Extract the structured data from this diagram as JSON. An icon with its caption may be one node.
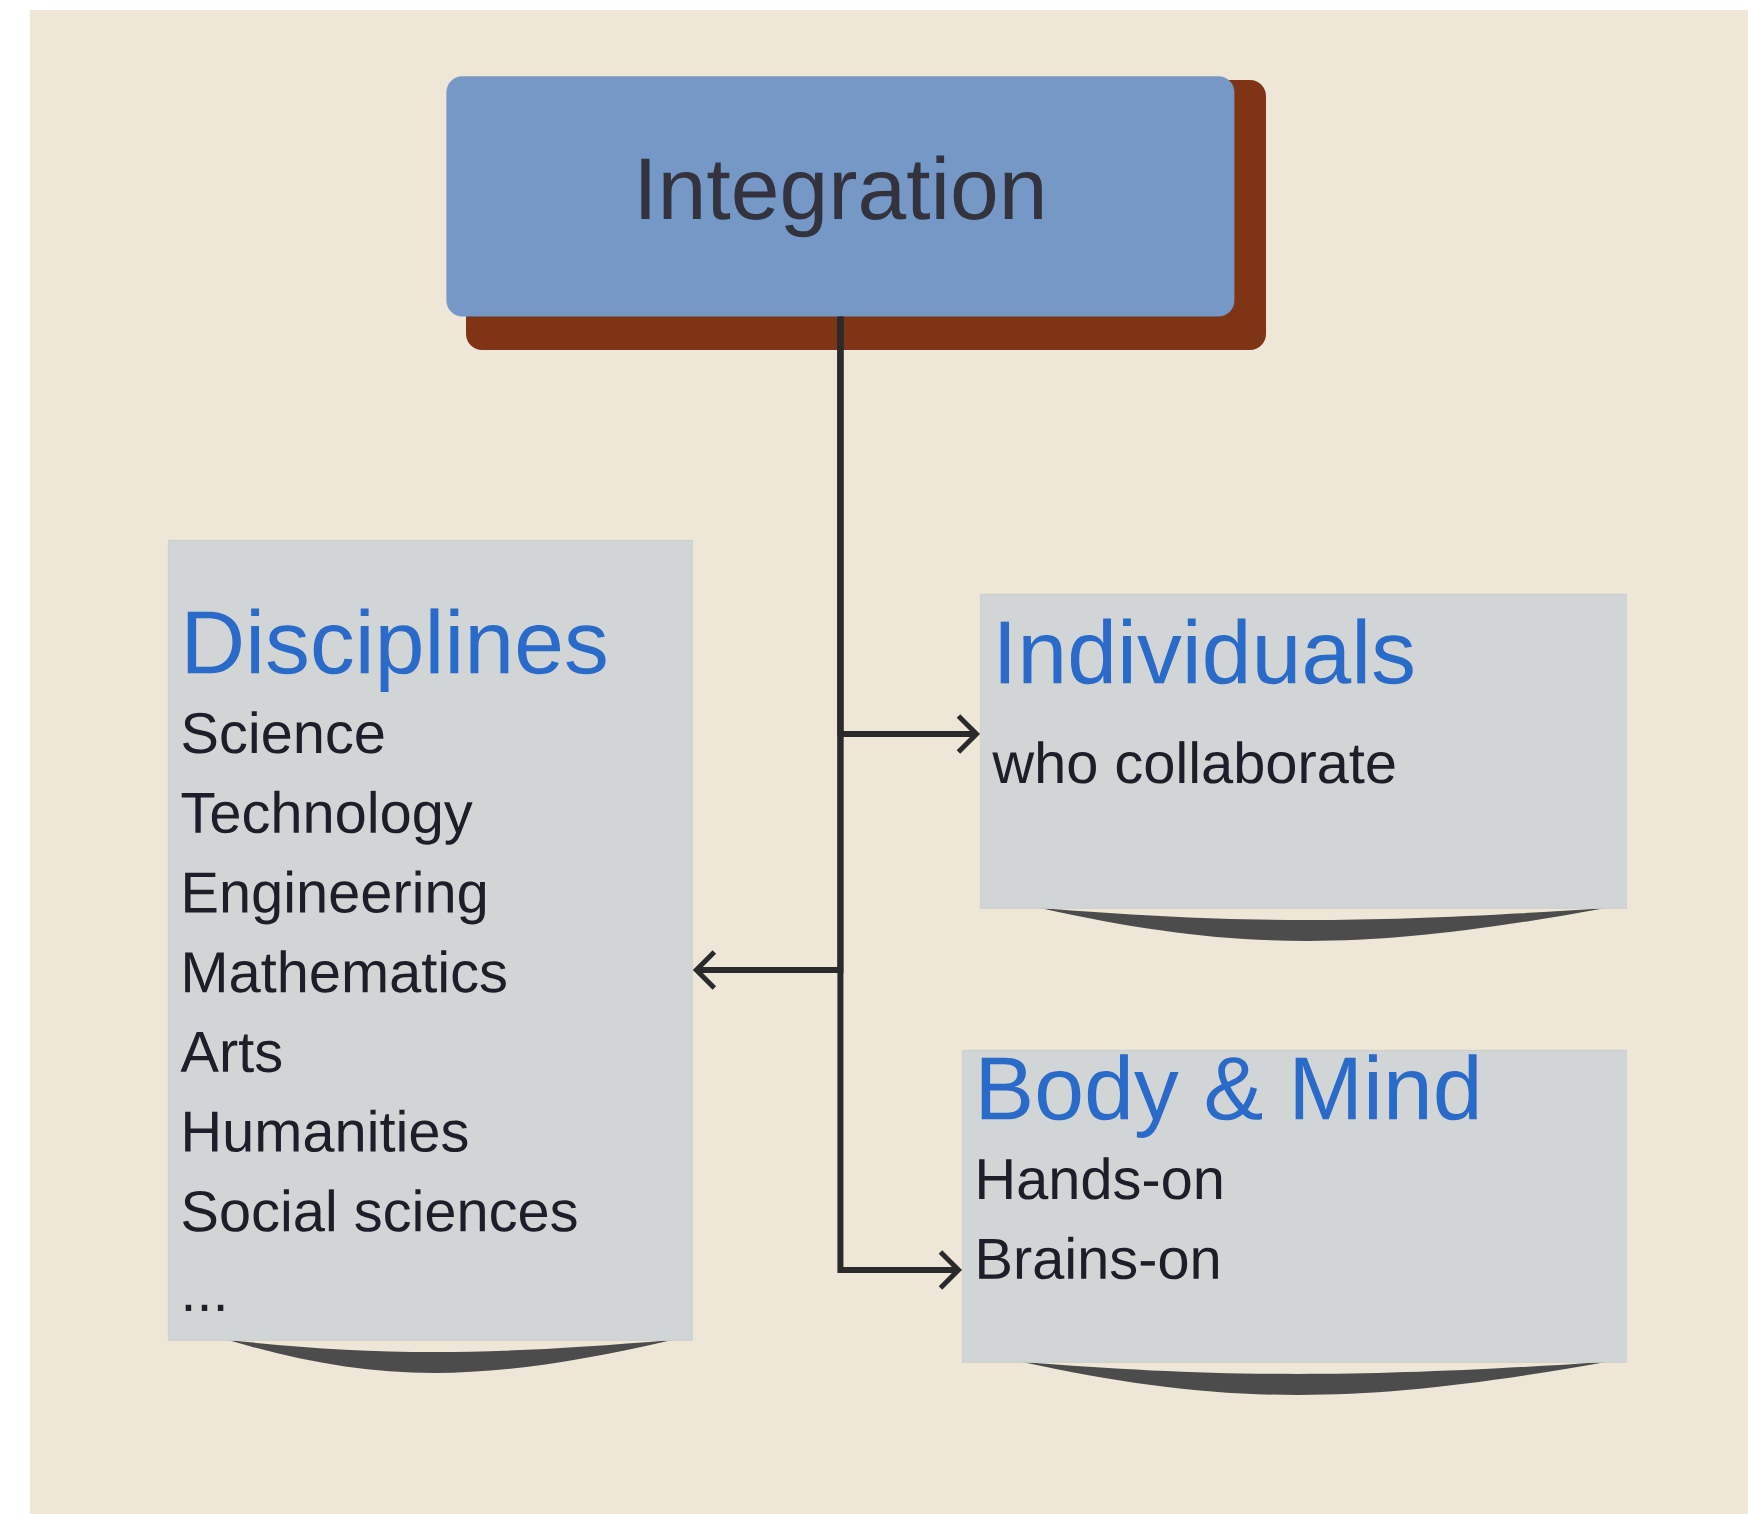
{
  "diagram": {
    "nodes": [
      {
        "text": [
          "Integration"
        ]
      },
      {
        "text": [
          "Disciplines",
          "Science",
          "Technology",
          "Engineering",
          "Mathematics",
          "Arts",
          "Humanities",
          "Social sciences",
          "..."
        ]
      },
      {
        "text": [
          "Individuals",
          "who collaborate"
        ]
      },
      {
        "text": [
          "Body & Mind",
          "Hands-on",
          "Brains-on"
        ]
      }
    ],
    "edges": [
      {
        "from": 0,
        "to": 2,
        "arrow": "to"
      },
      {
        "from": 0,
        "to": 1,
        "arrow": "to"
      },
      {
        "from": 0,
        "to": 3,
        "arrow": "to"
      }
    ]
  }
}
